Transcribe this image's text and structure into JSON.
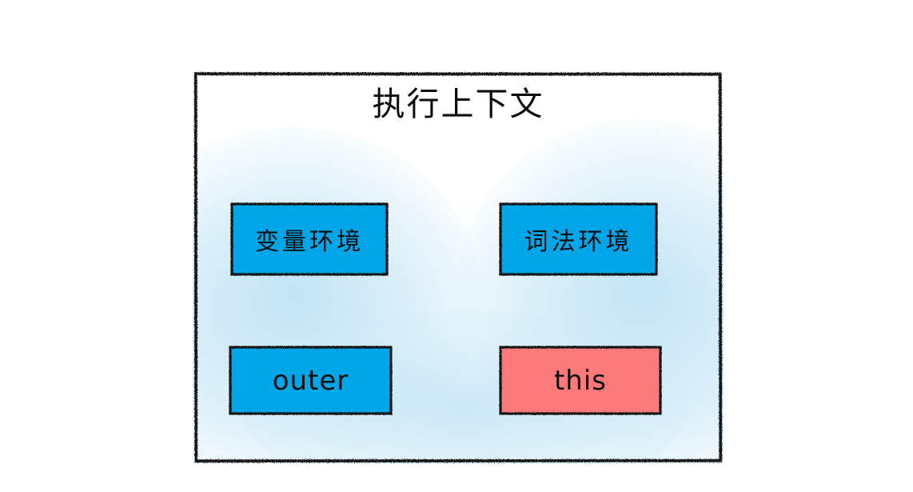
{
  "diagram": {
    "title": "执行上下文",
    "container_label": "execution-context-box",
    "colors": {
      "blue_fill": "#00A6E8",
      "red_fill": "#FC7A7A",
      "stroke": "#111111",
      "canvas_bg": "#FFFFFF",
      "glow_blue": "#BCE0F2"
    },
    "boxes": [
      {
        "id": "variable-environment",
        "label": "变量环境",
        "fill": "#00A6E8",
        "script": "cjk"
      },
      {
        "id": "lexical-environment",
        "label": "词法环境",
        "fill": "#00A6E8",
        "script": "cjk"
      },
      {
        "id": "outer",
        "label": "outer",
        "fill": "#00A6E8",
        "script": "latin"
      },
      {
        "id": "this",
        "label": "this",
        "fill": "#FC7A7A",
        "script": "latin"
      }
    ]
  },
  "chart_data": {
    "type": "diagram",
    "title": "执行上下文",
    "nodes": [
      {
        "name": "变量环境",
        "color": "#00A6E8",
        "row": 1,
        "col": 1
      },
      {
        "name": "词法环境",
        "color": "#00A6E8",
        "row": 1,
        "col": 2
      },
      {
        "name": "outer",
        "color": "#00A6E8",
        "row": 2,
        "col": 1
      },
      {
        "name": "this",
        "color": "#FC7A7A",
        "row": 2,
        "col": 2
      }
    ],
    "edges": [],
    "legend": []
  }
}
